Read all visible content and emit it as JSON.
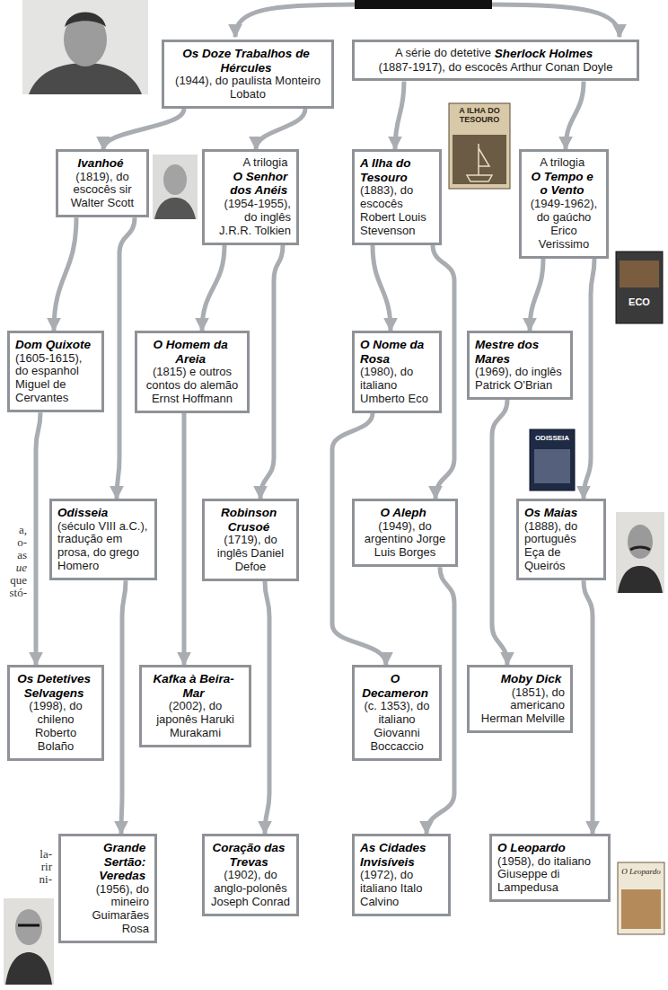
{
  "diagram": {
    "nodes": [
      {
        "text": [
          "Os Doze Trabalhos de Hércules",
          "(1944), do paulista Monteiro Lobato"
        ]
      },
      {
        "text": [
          "A série do detetive",
          "Sherlock Holmes",
          "(1887-1917), do escocês Arthur Conan Doyle"
        ]
      },
      {
        "text": [
          "Ivanhoé",
          "(1819), do escocês sir Walter Scott"
        ]
      },
      {
        "text": [
          "A trilogia",
          "O Senhor dos Anéis",
          "(1954-1955), do inglês J.R.R. Tolkien"
        ]
      },
      {
        "text": [
          "A Ilha do Tesouro",
          "(1883), do escocês Robert Louis Stevenson"
        ]
      },
      {
        "text": [
          "A trilogia",
          "O Tempo e o Vento",
          "(1949-1962), do gaúcho Erico Verissimo"
        ]
      },
      {
        "text": [
          "Dom Quixote",
          "(1605-1615), do espanhol Miguel de Cervantes"
        ]
      },
      {
        "text": [
          "O Homem da Areia",
          "(1815) e outros contos do alemão Ernst Hoffmann"
        ]
      },
      {
        "text": [
          "O Nome da Rosa",
          "(1980), do italiano Umberto Eco"
        ]
      },
      {
        "text": [
          "Mestre dos Mares",
          "(1969), do inglês Patrick O'Brian"
        ]
      },
      {
        "text": [
          "Odisseia",
          "(século VIII a.C.), tradução em prosa, do grego Homero"
        ]
      },
      {
        "text": [
          "Robinson Crusoé",
          "(1719), do inglês Daniel Defoe"
        ]
      },
      {
        "text": [
          "O Aleph",
          "(1949), do argentino Jorge Luis Borges"
        ]
      },
      {
        "text": [
          "Os Maias",
          "(1888), do português Eça de Queirós"
        ]
      },
      {
        "text": [
          "Os Detetives Selvagens",
          "(1998), do chileno Roberto Bolaño"
        ]
      },
      {
        "text": [
          "Kafka à Beira-Mar",
          "(2002), do japonês Haruki Murakami"
        ]
      },
      {
        "text": [
          "O Decameron",
          "(c. 1353), do italiano Giovanni Boccaccio"
        ]
      },
      {
        "text": [
          "Moby Dick",
          "(1851), do americano Herman Melville"
        ]
      },
      {
        "text": [
          "Grande Sertão: Veredas",
          "(1956), do mineiro Guimarães Rosa"
        ]
      },
      {
        "text": [
          "Coração das Trevas",
          "(1902), do anglo-polonês Joseph Conrad"
        ]
      },
      {
        "text": [
          "As Cidades Invisíveis",
          "(1972), do italiano Italo Calvino"
        ]
      },
      {
        "text": [
          "O Leopardo",
          "(1958), do italiano Giuseppe di Lampedusa"
        ]
      }
    ],
    "edges": [
      {
        "from": 0,
        "to": 2,
        "arrow": "to"
      },
      {
        "from": 0,
        "to": 3,
        "arrow": "to"
      },
      {
        "from": 1,
        "to": 4,
        "arrow": "to"
      },
      {
        "from": 1,
        "to": 5,
        "arrow": "to"
      },
      {
        "from": 2,
        "to": 6,
        "arrow": "to"
      },
      {
        "from": 2,
        "to": 10,
        "arrow": "to"
      },
      {
        "from": 3,
        "to": 7,
        "arrow": "to"
      },
      {
        "from": 3,
        "to": 11,
        "arrow": "to"
      },
      {
        "from": 4,
        "to": 8,
        "arrow": "to"
      },
      {
        "from": 4,
        "to": 12,
        "arrow": "to"
      },
      {
        "from": 5,
        "to": 9,
        "arrow": "to"
      },
      {
        "from": 5,
        "to": 13,
        "arrow": "to"
      },
      {
        "from": 6,
        "to": 14,
        "arrow": "to"
      },
      {
        "from": 7,
        "to": 15,
        "arrow": "to"
      },
      {
        "from": 8,
        "to": 16,
        "arrow": "to"
      },
      {
        "from": 9,
        "to": 17,
        "arrow": "to"
      },
      {
        "from": 10,
        "to": 18,
        "arrow": "to"
      },
      {
        "from": 11,
        "to": 19,
        "arrow": "to"
      },
      {
        "from": 12,
        "to": 20,
        "arrow": "to"
      },
      {
        "from": 13,
        "to": 21,
        "arrow": "to"
      }
    ],
    "labels": [
      "A ILHA DO TESOURO",
      "ECO",
      "ODISSEIA",
      "a,",
      "o-",
      "as",
      "ue",
      "que",
      "stó-",
      "la-",
      "rir",
      "ni-",
      "O Leopardo"
    ]
  }
}
